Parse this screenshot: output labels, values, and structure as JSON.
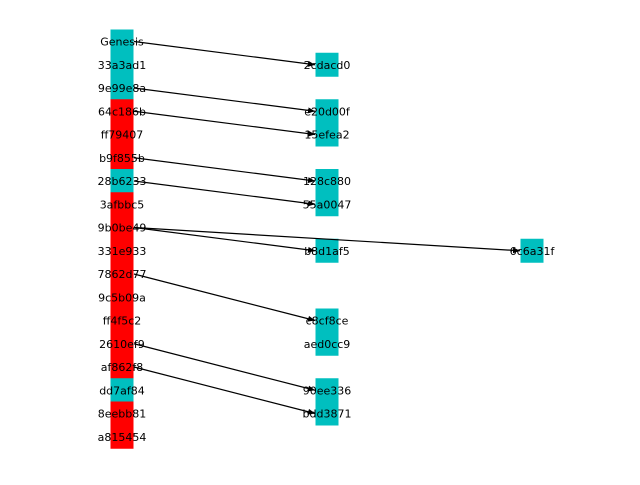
{
  "colors": {
    "cyan": "#00bfbf",
    "red": "#ff0000",
    "edge": "#000000",
    "label": "#000000"
  },
  "chain": [
    {
      "id": "Genesis",
      "color": "cyan"
    },
    {
      "id": "33a3ad1",
      "color": "cyan"
    },
    {
      "id": "9e99e8a",
      "color": "cyan"
    },
    {
      "id": "64c186b",
      "color": "red"
    },
    {
      "id": "ff79407",
      "color": "red"
    },
    {
      "id": "b9f855b",
      "color": "red"
    },
    {
      "id": "28b6233",
      "color": "cyan"
    },
    {
      "id": "3afbbc5",
      "color": "red"
    },
    {
      "id": "9b0be49",
      "color": "red"
    },
    {
      "id": "331e933",
      "color": "red"
    },
    {
      "id": "7862d77",
      "color": "red"
    },
    {
      "id": "9c5b09a",
      "color": "red"
    },
    {
      "id": "ff4f5c2",
      "color": "red"
    },
    {
      "id": "2610ef9",
      "color": "red"
    },
    {
      "id": "af862f8",
      "color": "red"
    },
    {
      "id": "dd7af84",
      "color": "cyan"
    },
    {
      "id": "8eebb81",
      "color": "red"
    },
    {
      "id": "a815454",
      "color": "red"
    }
  ],
  "forks": [
    {
      "id": "2cdacd0",
      "column": 1,
      "slot": 1,
      "color": "cyan"
    },
    {
      "id": "e20d00f",
      "column": 1,
      "slot": 3,
      "color": "cyan"
    },
    {
      "id": "15efea2",
      "column": 1,
      "slot": 4,
      "color": "cyan"
    },
    {
      "id": "128c880",
      "column": 1,
      "slot": 6,
      "color": "cyan"
    },
    {
      "id": "55a0047",
      "column": 1,
      "slot": 7,
      "color": "cyan"
    },
    {
      "id": "b8d1af5",
      "column": 1,
      "slot": 9,
      "color": "cyan"
    },
    {
      "id": "6c6a31f",
      "column": 2,
      "slot": 9,
      "color": "cyan"
    },
    {
      "id": "c8cf8ce",
      "column": 1,
      "slot": 12,
      "color": "cyan"
    },
    {
      "id": "aed0cc9",
      "column": 1,
      "slot": 13,
      "color": "cyan"
    },
    {
      "id": "90ee336",
      "column": 1,
      "slot": 15,
      "color": "cyan"
    },
    {
      "id": "bdd3871",
      "column": 1,
      "slot": 16,
      "color": "cyan"
    }
  ],
  "edges": [
    {
      "from": "Genesis",
      "to": "2cdacd0"
    },
    {
      "from": "9e99e8a",
      "to": "e20d00f"
    },
    {
      "from": "64c186b",
      "to": "15efea2"
    },
    {
      "from": "b9f855b",
      "to": "128c880"
    },
    {
      "from": "28b6233",
      "to": "55a0047"
    },
    {
      "from": "9b0be49",
      "to": "b8d1af5"
    },
    {
      "from": "9b0be49",
      "to": "6c6a31f"
    },
    {
      "from": "7862d77",
      "to": "c8cf8ce"
    },
    {
      "from": "2610ef9",
      "to": "90ee336"
    },
    {
      "from": "af862f8",
      "to": "bdd3871"
    }
  ]
}
